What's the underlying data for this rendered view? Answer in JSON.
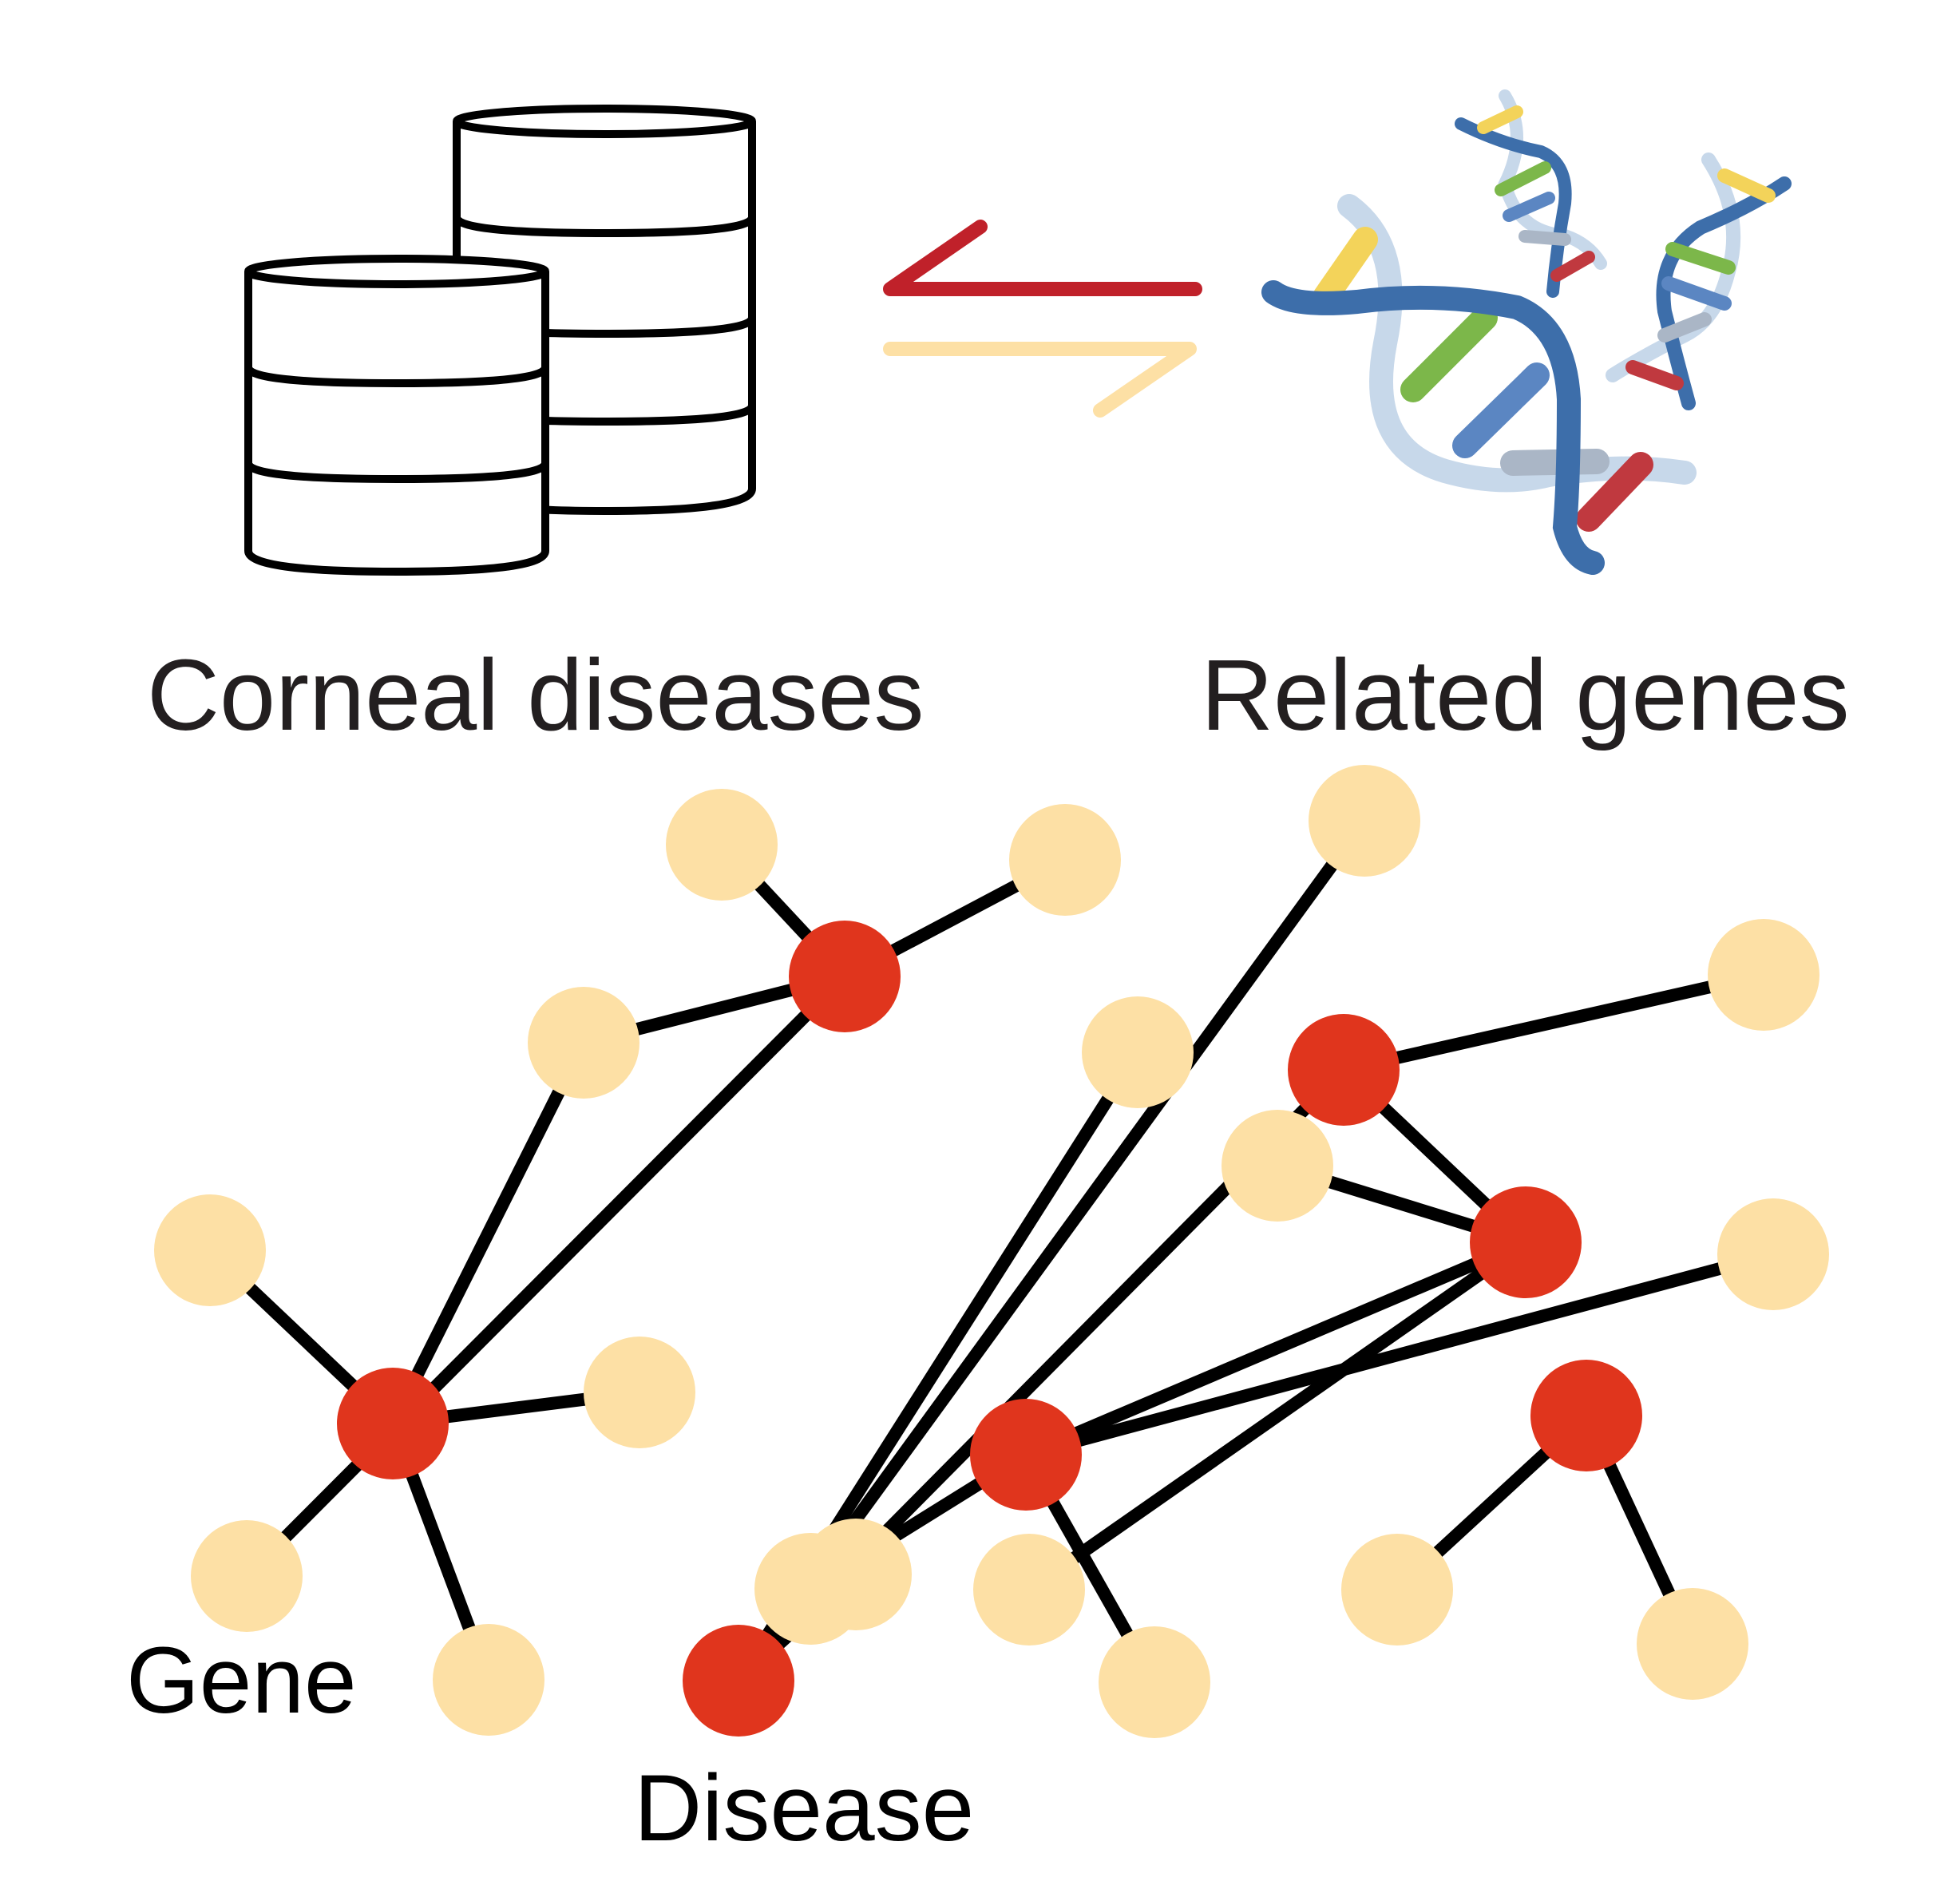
{
  "labels": {
    "corneal_diseases": "Corneal diseases",
    "related_genes": "Related genes",
    "gene": "Gene",
    "disease": "Disease"
  },
  "icons": {
    "database": "database-icon",
    "dna": "dna-icon",
    "exchange": "exchange-arrows-icon"
  },
  "colors": {
    "gene_node": "#fde0a5",
    "disease_node": "#e0351d",
    "edge": "#000000",
    "arrow_top": "#c0212a",
    "arrow_bottom": "#fde0a5",
    "dna_blue": "#3d6eaa",
    "dna_light": "#c7d8ea",
    "dna_green": "#7cb74a",
    "dna_yellow": "#f3d35a",
    "dna_red": "#c0393f"
  },
  "network": {
    "node_types": [
      "gene",
      "gene",
      "disease",
      "gene",
      "gene",
      "gene",
      "disease",
      "gene",
      "gene",
      "disease",
      "gene",
      "gene",
      "disease",
      "gene",
      "gene",
      "disease",
      "gene",
      "gene",
      "disease",
      "gene",
      "gene",
      "gene",
      "disease",
      "gene",
      "gene"
    ],
    "edges": [
      [
        0,
        2
      ],
      [
        1,
        2
      ],
      [
        2,
        3
      ],
      [
        2,
        5
      ],
      [
        3,
        6
      ],
      [
        4,
        6
      ],
      [
        6,
        7
      ],
      [
        6,
        8
      ],
      [
        9,
        10
      ],
      [
        9,
        11
      ],
      [
        9,
        12
      ],
      [
        9,
        13
      ],
      [
        12,
        14
      ],
      [
        12,
        15
      ],
      [
        15,
        16
      ],
      [
        15,
        17
      ],
      [
        15,
        18
      ],
      [
        18,
        19
      ],
      [
        18,
        20
      ],
      [
        18,
        21
      ],
      [
        22,
        23
      ],
      [
        22,
        24
      ]
    ]
  }
}
